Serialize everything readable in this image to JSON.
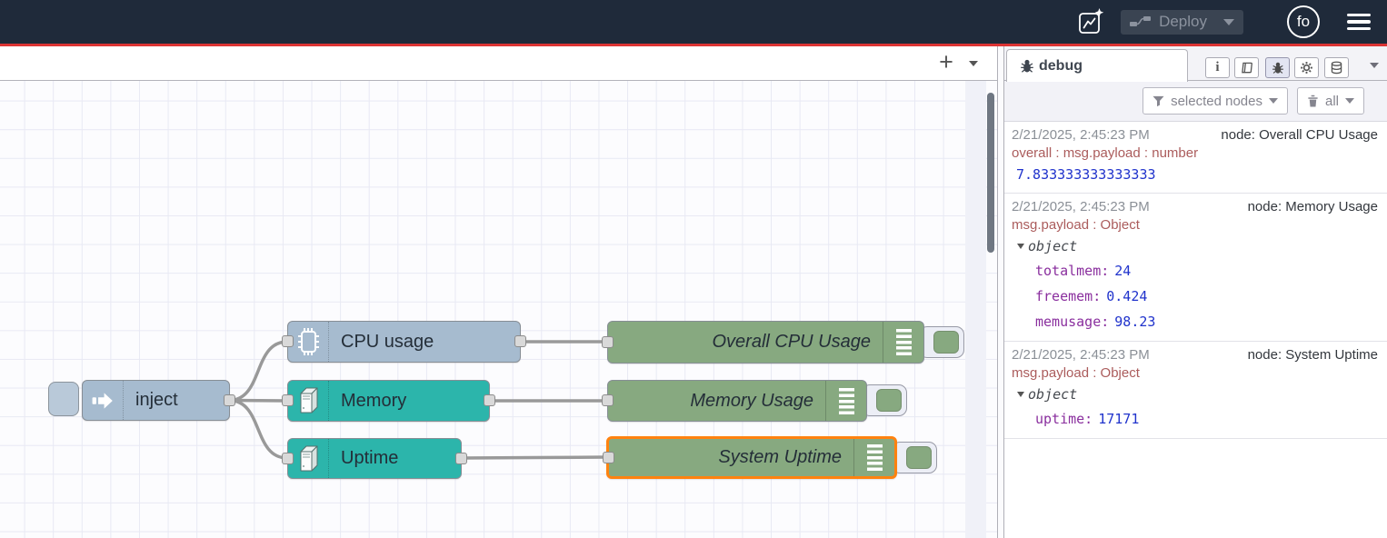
{
  "header": {
    "deploy_label": "Deploy",
    "avatar_initials": "fo"
  },
  "sidebar": {
    "tab_label": "debug",
    "filter_label": "selected nodes",
    "clear_label": "all"
  },
  "flow": {
    "nodes": [
      {
        "label": "inject",
        "type": "inject"
      },
      {
        "label": "CPU usage",
        "type": "os"
      },
      {
        "label": "Memory",
        "type": "os"
      },
      {
        "label": "Uptime",
        "type": "os"
      },
      {
        "label": "Overall CPU Usage",
        "type": "debug"
      },
      {
        "label": "Memory Usage",
        "type": "debug"
      },
      {
        "label": "System Uptime",
        "type": "debug",
        "selected": true
      }
    ]
  },
  "debug_panel": {
    "messages": [
      {
        "timestamp": "2/21/2025, 2:45:23 PM",
        "node": "node: Overall CPU Usage",
        "meta": "overall : msg.payload : number",
        "value": "7.833333333333333"
      },
      {
        "timestamp": "2/21/2025, 2:45:23 PM",
        "node": "node: Memory Usage",
        "meta": "msg.payload : Object",
        "tree": "object",
        "entries": [
          {
            "key": "totalmem:",
            "value": "24"
          },
          {
            "key": "freemem:",
            "value": "0.424"
          },
          {
            "key": "memusage:",
            "value": "98.23"
          }
        ]
      },
      {
        "timestamp": "2/21/2025, 2:45:23 PM",
        "node": "node: System Uptime",
        "meta": "msg.payload : Object",
        "tree": "object",
        "entries": [
          {
            "key": "uptime:",
            "value": "17171"
          }
        ]
      }
    ]
  },
  "colors": {
    "header_bg": "#1f2a3a",
    "accent_red": "#dc3434",
    "inject_node": "#a6bbcf",
    "os_node": "#2cb5ab",
    "debug_node": "#87a980",
    "selected_border": "#ff820f",
    "wire": "#999999",
    "value_blue": "#2033cc",
    "key_purple": "#8a2f9e",
    "meta_red": "#ab5c5c"
  }
}
